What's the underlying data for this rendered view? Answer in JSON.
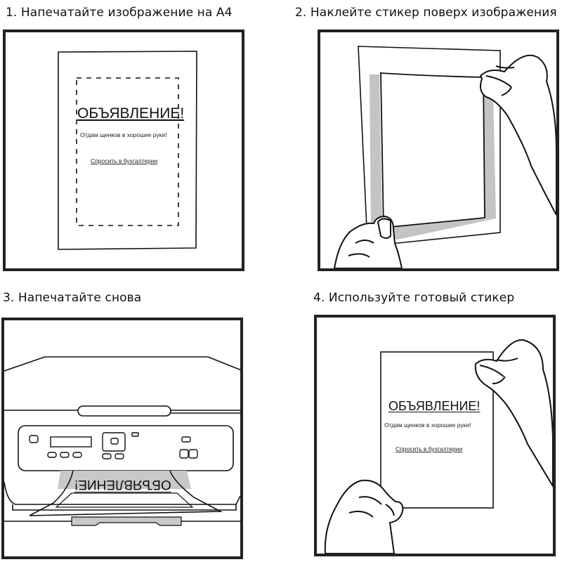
{
  "steps": [
    {
      "caption": "1. Напечатайте изображение на A4"
    },
    {
      "caption": "2. Наклейте стикер поверх изображения"
    },
    {
      "caption": "3. Напечатайте снова"
    },
    {
      "caption": "4. Используйте готовый стикер"
    }
  ],
  "poster": {
    "title": "ОБЪЯВЛЕНИЕ!",
    "line": "Отдам щенков в хорошие руки!",
    "link": "Спросить в бухгалтерии"
  },
  "printout": {
    "mirrored_title": "ОБЪЯВЛЕНИЕ!"
  },
  "colors": {
    "frame": "#222222",
    "sticker_shadow": "#c4c4c4",
    "line": "#111111"
  }
}
